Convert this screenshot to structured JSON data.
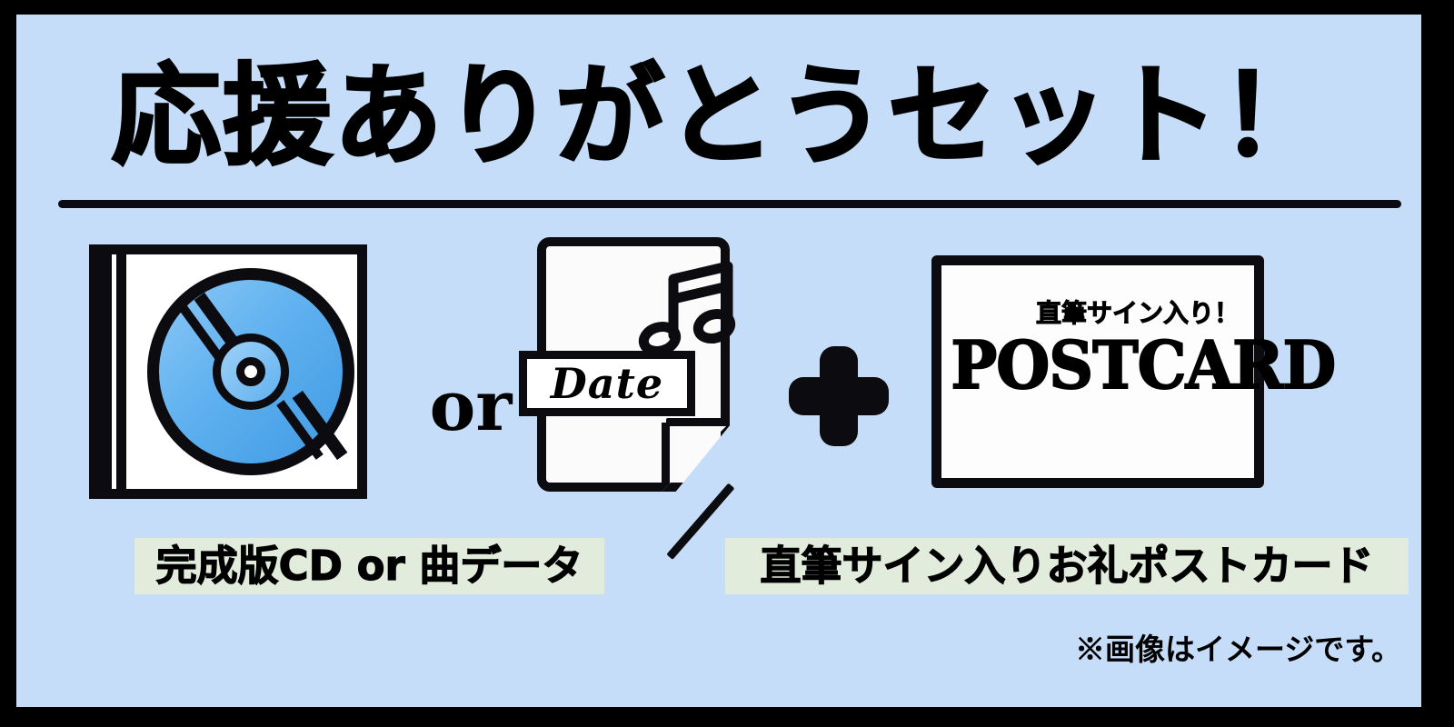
{
  "poster": {
    "background_color": "#c5ddf8",
    "frame_color": "#000000",
    "accent_caption_bg": "#e2ecdd",
    "disc_color": "#5fb1ef",
    "title": "応援ありがとうセット！"
  },
  "items": {
    "cd": {
      "icon_name": "cd-case-icon",
      "caption": "完成版CD or 曲データ"
    },
    "separator": {
      "or_label": "or"
    },
    "music_file": {
      "icon_name": "music-document-icon",
      "note_label": "music-note-icon",
      "date_label": "Date"
    },
    "plus": {
      "icon_name": "plus-icon",
      "symbol": "+"
    },
    "postcard": {
      "icon_name": "postcard-icon",
      "sub_label": "直筆サイン入り！",
      "main_label": "POSTCARD",
      "caption": "直筆サイン入りお礼ポストカード"
    }
  },
  "footnote": "※画像はイメージです。"
}
